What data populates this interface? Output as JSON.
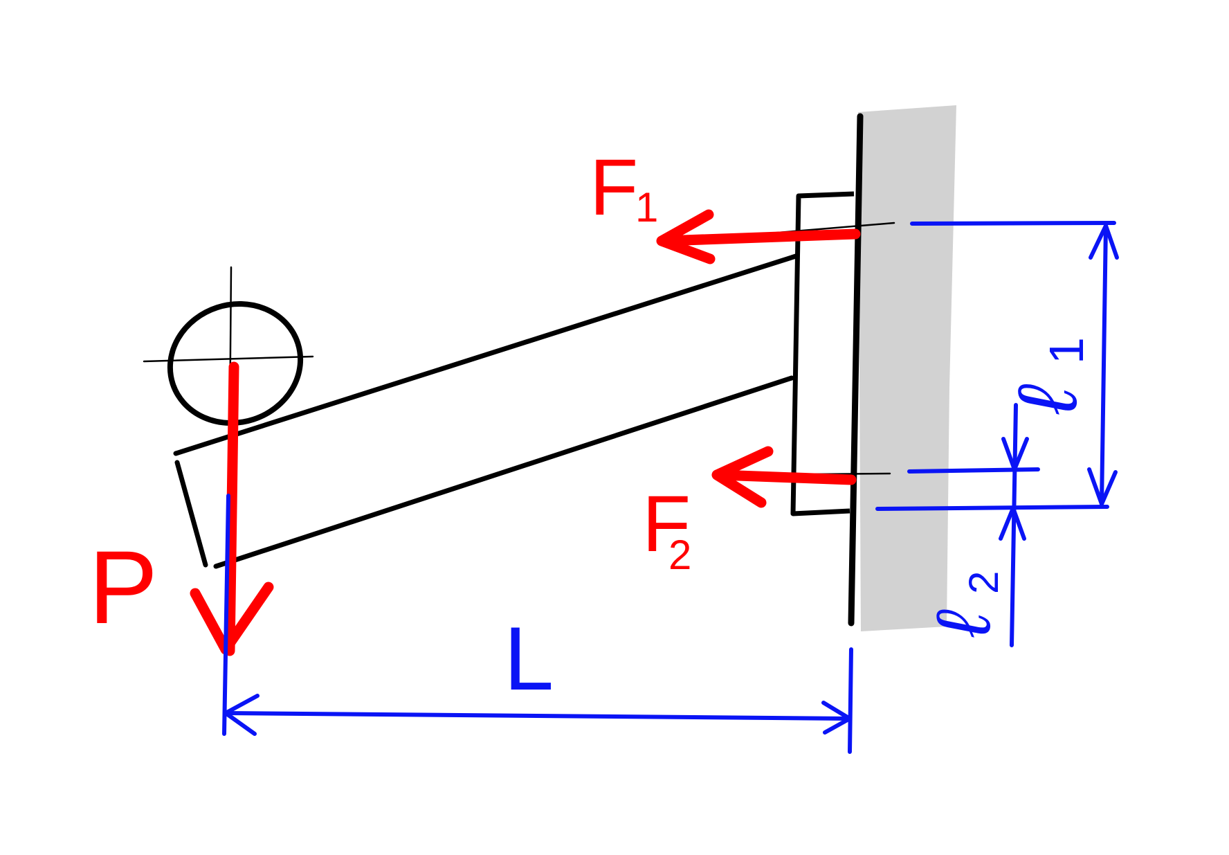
{
  "labels": {
    "load": "P",
    "force_top": "F",
    "force_top_sub": "1",
    "force_bottom": "F",
    "force_bottom_sub": "2",
    "length": "L",
    "arm_top": "ℓ",
    "arm_top_sub": "1",
    "arm_bottom": "ℓ",
    "arm_bottom_sub": "2"
  },
  "colors": {
    "force": "#ff0000",
    "dimension": "#0a14f5",
    "structure": "#000000",
    "wall": "#d2d2d2"
  }
}
